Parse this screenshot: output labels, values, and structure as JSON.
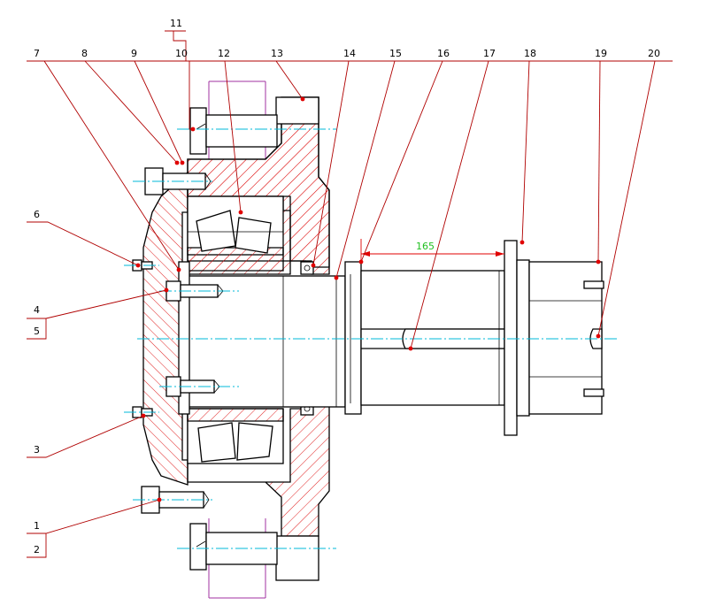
{
  "part_labels": [
    "1",
    "2",
    "3",
    "4",
    "5",
    "6",
    "7",
    "8",
    "9",
    "10",
    "11",
    "12",
    "13",
    "14",
    "15",
    "16",
    "17",
    "18",
    "19",
    "20"
  ],
  "dimension": {
    "value": "165"
  },
  "colors": {
    "section_hatch": "#e02020",
    "leader": "#b00000",
    "center_line": "#00b8d8",
    "dimension": "#22c022",
    "frame_lines": "#a030a0",
    "outline": "#000000"
  }
}
